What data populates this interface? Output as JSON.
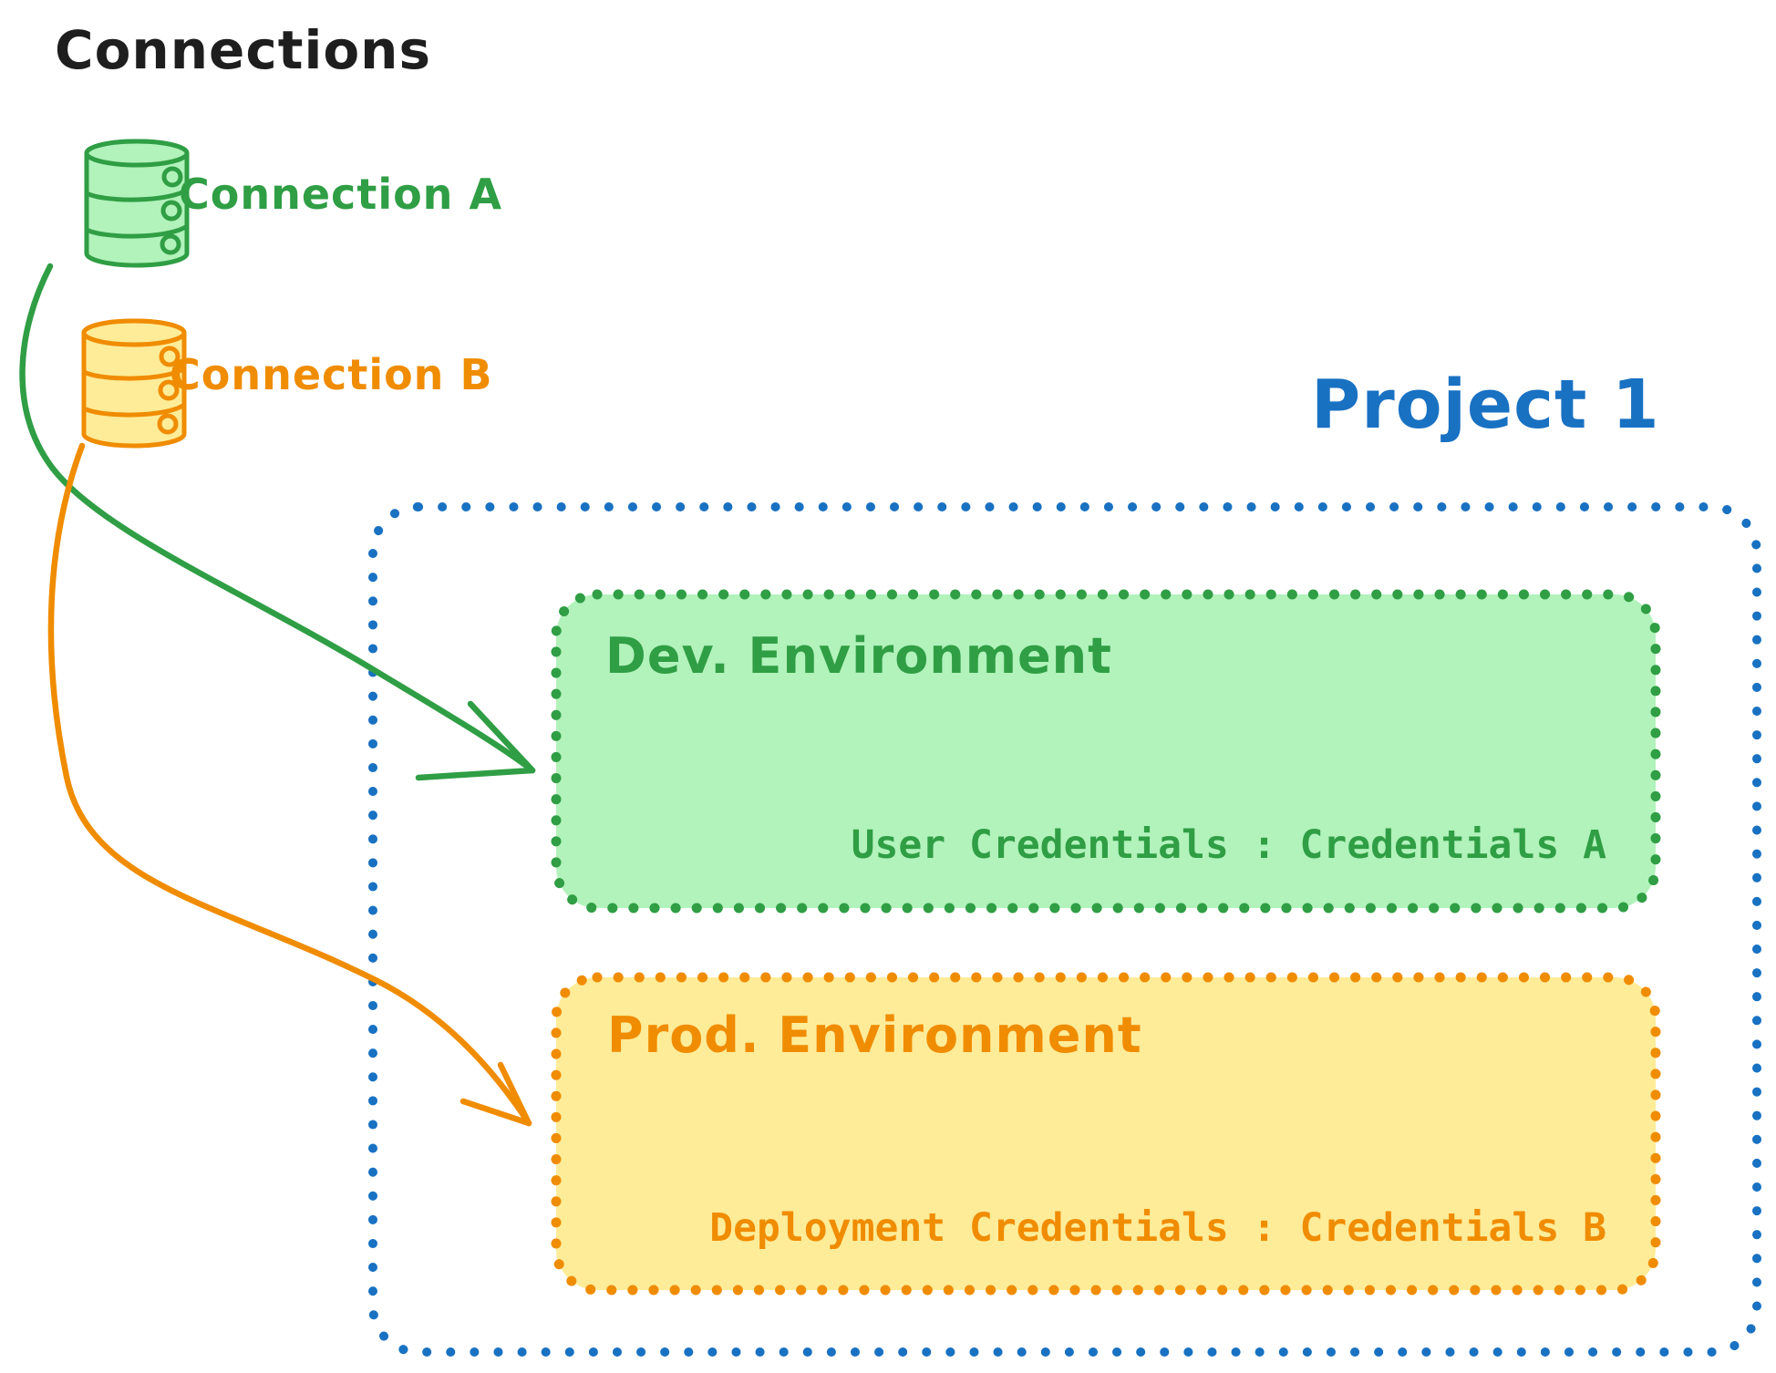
{
  "canvas_title": "Connections",
  "title_color": "#1e1e1e",
  "connections": {
    "items": [
      {
        "label": "Connection A",
        "color": "#2f9e44",
        "icon": "database-icon"
      },
      {
        "label": "Connection B",
        "color": "#f08c00",
        "icon": "database-icon"
      }
    ]
  },
  "project": {
    "title": "Project 1",
    "color": "#1971c2",
    "environments": [
      {
        "name": "Dev. Environment",
        "credentials": "User Credentials : Credentials A",
        "accent_color": "#2f9e44",
        "fill_color": "#b2f2bb"
      },
      {
        "name": "Prod. Environment",
        "credentials": "Deployment Credentials : Credentials B",
        "accent_color": "#f08c00",
        "fill_color": "#ffec99"
      }
    ]
  },
  "arrows": [
    {
      "from": "Connection A",
      "to": "Dev. Environment",
      "color": "#2f9e44"
    },
    {
      "from": "Connection B",
      "to": "Prod. Environment",
      "color": "#f08c00"
    }
  ]
}
